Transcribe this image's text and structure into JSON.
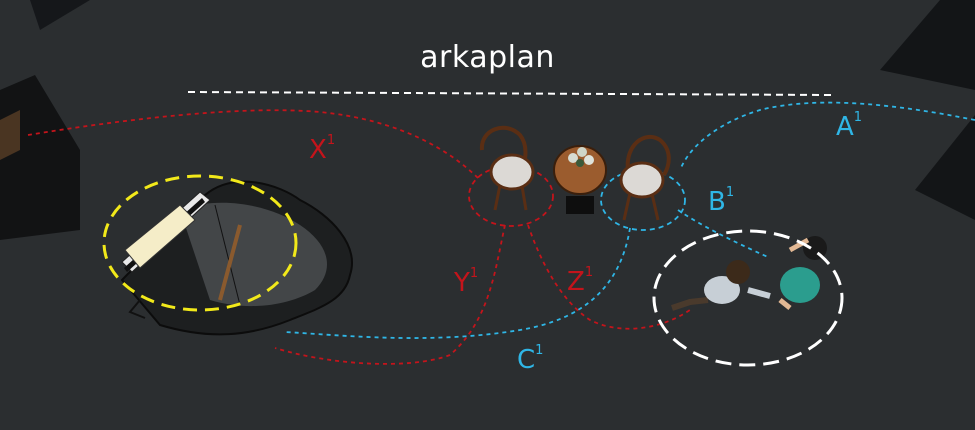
{
  "diagram": {
    "background_label": "arkaplan",
    "labels": [
      {
        "id": "x",
        "letter": "X",
        "sup": "1",
        "color": "#c4141b"
      },
      {
        "id": "y",
        "letter": "Y",
        "sup": "1",
        "color": "#c4141b"
      },
      {
        "id": "z",
        "letter": "Z",
        "sup": "1",
        "color": "#c4141b"
      },
      {
        "id": "a",
        "letter": "A",
        "sup": "1",
        "color": "#2fb6e6"
      },
      {
        "id": "b",
        "letter": "B",
        "sup": "1",
        "color": "#2fb6e6"
      },
      {
        "id": "c",
        "letter": "C",
        "sup": "1",
        "color": "#2fb6e6"
      }
    ],
    "colors": {
      "floor": "#2b2e30",
      "red_path": "#c4141b",
      "blue_path": "#2fb6e6",
      "piano_focus": "#f2e91a",
      "couple_focus": "#ffffff",
      "backdrop_line": "#ffffff"
    },
    "icons": [
      "grand-piano-icon",
      "chair-icon",
      "round-table-icon",
      "kneeling-man-icon",
      "standing-woman-icon"
    ]
  }
}
